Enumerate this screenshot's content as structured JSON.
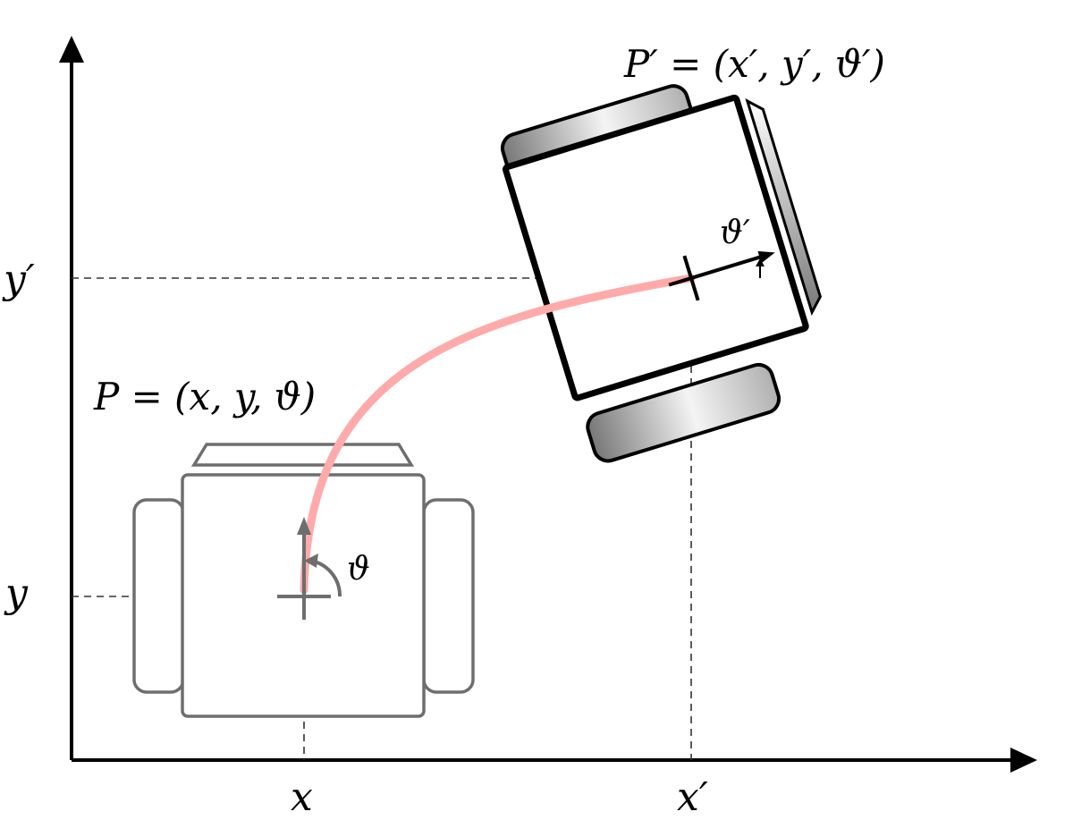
{
  "labels": {
    "axis_x": "x",
    "axis_x_prime": "x′",
    "axis_y": "y",
    "axis_y_prime": "y′",
    "pose_start": "P = (x, y, ϑ)",
    "pose_end": "P′ = (x′, y′, ϑ′)",
    "theta": "ϑ",
    "theta_prime": "ϑ′"
  },
  "colors": {
    "axis": "#000000",
    "robot_start": "#6e6e6e",
    "robot_end": "#000000",
    "trajectory": "#ffaaaa",
    "wheel_gradient_dark": "#7a7a7a",
    "wheel_gradient_light": "#f2f2f2"
  }
}
